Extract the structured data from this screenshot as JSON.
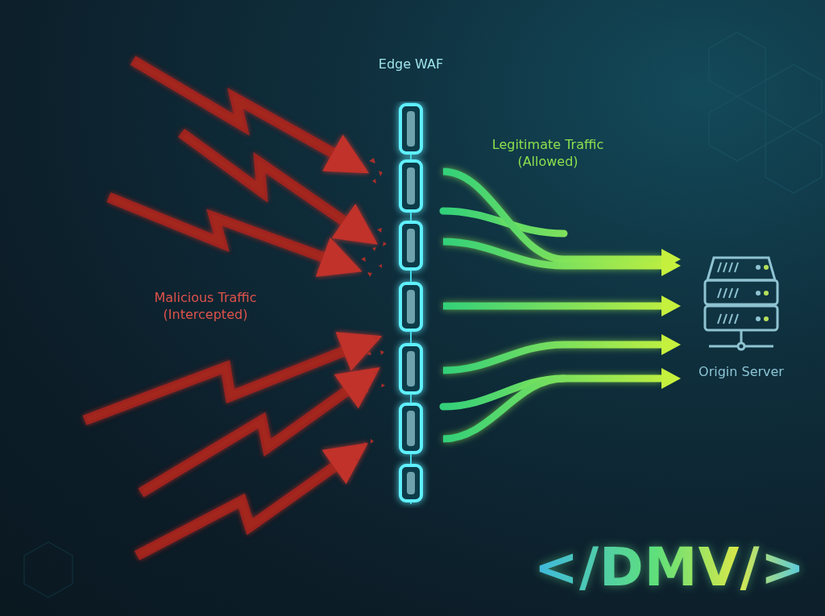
{
  "diagram": {
    "nodes": [
      {
        "text": [
          "Edge WAF"
        ]
      },
      {
        "text": [
          "Origin Server"
        ]
      }
    ],
    "edges": [
      {
        "from": 0,
        "to": 1,
        "arrow": "to",
        "label": "Legitimate Traffic (Allowed)"
      },
      {
        "from": 0,
        "to": 1,
        "arrow": "to"
      },
      {
        "from": 0,
        "to": 1,
        "arrow": "to"
      },
      {
        "from": 0,
        "to": 1,
        "arrow": "to"
      },
      {
        "from": 0,
        "to": 1,
        "arrow": "to"
      }
    ],
    "labels": [
      "Malicious Traffic (Intercepted)",
      "</DMV/>"
    ]
  }
}
